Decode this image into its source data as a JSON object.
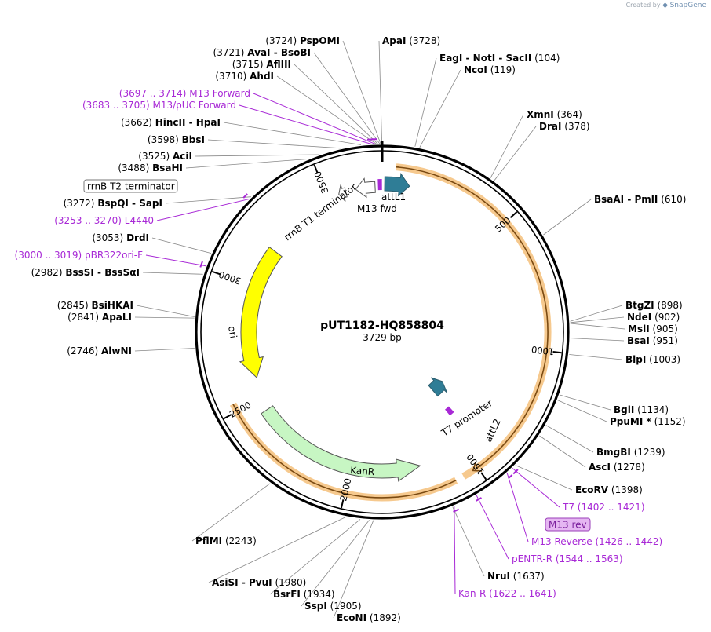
{
  "credit": {
    "prefix": "Created by",
    "brand": "SnapGene"
  },
  "plasmid": {
    "name": "pUT1182-HQ858804",
    "size": "3729 bp",
    "length": 3729
  },
  "ticks": [
    {
      "pos": 500,
      "label": "500"
    },
    {
      "pos": 1000,
      "label": "1000"
    },
    {
      "pos": 1500,
      "label": "1500"
    },
    {
      "pos": 2000,
      "label": "2000"
    },
    {
      "pos": 2500,
      "label": "2500"
    },
    {
      "pos": 3000,
      "label": "3000"
    },
    {
      "pos": 3500,
      "label": "3500"
    }
  ],
  "sites": [
    {
      "id": "pspomi",
      "pos": 3724,
      "coord": "(3724)",
      "name": "PspOMI"
    },
    {
      "id": "apai",
      "pos": 3728,
      "coord": "(3728)",
      "name": "ApaI"
    },
    {
      "id": "avai",
      "pos": 3721,
      "coord": "(3721)",
      "name": "AvaI  -  BsoBI"
    },
    {
      "id": "aflii",
      "pos": 3715,
      "coord": "(3715)",
      "name": "AflIII"
    },
    {
      "id": "ahdi",
      "pos": 3710,
      "coord": "(3710)",
      "name": "AhdI"
    },
    {
      "id": "eagi",
      "pos": 104,
      "coord": "(104)",
      "name": "EagI  -  NotI  -  SacII"
    },
    {
      "id": "ncoi",
      "pos": 119,
      "coord": "(119)",
      "name": "NcoI"
    },
    {
      "id": "xmni",
      "pos": 364,
      "coord": "(364)",
      "name": "XmnI"
    },
    {
      "id": "drai",
      "pos": 378,
      "coord": "(378)",
      "name": "DraI"
    },
    {
      "id": "bsaai",
      "pos": 610,
      "coord": "(610)",
      "name": "BsaAI  -  PmlI"
    },
    {
      "id": "btgzi",
      "pos": 898,
      "coord": "(898)",
      "name": "BtgZI"
    },
    {
      "id": "ndei",
      "pos": 902,
      "coord": "(902)",
      "name": "NdeI"
    },
    {
      "id": "msli",
      "pos": 905,
      "coord": "(905)",
      "name": "MslI"
    },
    {
      "id": "bsai",
      "pos": 951,
      "coord": "(951)",
      "name": "BsaI"
    },
    {
      "id": "blpi",
      "pos": 1003,
      "coord": "(1003)",
      "name": "BlpI"
    },
    {
      "id": "bgli",
      "pos": 1134,
      "coord": "(1134)",
      "name": "BglI"
    },
    {
      "id": "ppumi",
      "pos": 1152,
      "coord": "(1152)",
      "name": "PpuMI *"
    },
    {
      "id": "bmgbi",
      "pos": 1239,
      "coord": "(1239)",
      "name": "BmgBI"
    },
    {
      "id": "asci",
      "pos": 1278,
      "coord": "(1278)",
      "name": "AscI"
    },
    {
      "id": "ecorv",
      "pos": 1398,
      "coord": "(1398)",
      "name": "EcoRV"
    },
    {
      "id": "nrui",
      "pos": 1637,
      "coord": "(1637)",
      "name": "NruI"
    },
    {
      "id": "econi",
      "pos": 1892,
      "coord": "(1892)",
      "name": "EcoNI"
    },
    {
      "id": "sspi",
      "pos": 1905,
      "coord": "(1905)",
      "name": "SspI"
    },
    {
      "id": "bsrfi",
      "pos": 1934,
      "coord": "(1934)",
      "name": "BsrFI"
    },
    {
      "id": "asisi",
      "pos": 1980,
      "coord": "(1980)",
      "name": "AsiSI  -  PvuI"
    },
    {
      "id": "pflmi",
      "pos": 2243,
      "coord": "(2243)",
      "name": "PflMI"
    },
    {
      "id": "alwni",
      "pos": 2746,
      "coord": "(2746)",
      "name": "AlwNI"
    },
    {
      "id": "apali",
      "pos": 2841,
      "coord": "(2841)",
      "name": "ApaLI"
    },
    {
      "id": "bsihkai",
      "pos": 2845,
      "coord": "(2845)",
      "name": "BsiHKAI"
    },
    {
      "id": "bsssi",
      "pos": 2982,
      "coord": "(2982)",
      "name": "BssSI  -  BssSαI"
    },
    {
      "id": "drdi",
      "pos": 3053,
      "coord": "(3053)",
      "name": "DrdI"
    },
    {
      "id": "bspqi",
      "pos": 3272,
      "coord": "(3272)",
      "name": "BspQI  -  SapI"
    },
    {
      "id": "bsahi",
      "pos": 3488,
      "coord": "(3488)",
      "name": "BsaHI"
    },
    {
      "id": "acii",
      "pos": 3525,
      "coord": "(3525)",
      "name": "AciI"
    },
    {
      "id": "bbsi",
      "pos": 3598,
      "coord": "(3598)",
      "name": "BbsI"
    },
    {
      "id": "hincii",
      "pos": 3662,
      "coord": "(3662)",
      "name": "HincII  -  HpaI"
    }
  ],
  "primers": [
    {
      "id": "m13fwd",
      "start": 3697,
      "end": 3714,
      "coord": "(3697 .. 3714)",
      "name": "M13 Forward"
    },
    {
      "id": "m13puc",
      "start": 3683,
      "end": 3705,
      "coord": "(3683 .. 3705)",
      "name": "M13/pUC Forward"
    },
    {
      "id": "l4440",
      "start": 3253,
      "end": 3270,
      "coord": "(3253 .. 3270)",
      "name": "L4440"
    },
    {
      "id": "pbr322",
      "start": 3000,
      "end": 3019,
      "coord": "(3000 .. 3019)",
      "name": "pBR322ori-F"
    },
    {
      "id": "t7",
      "start": 1402,
      "end": 1421,
      "coord": "(1402 .. 1421)",
      "name": "T7"
    },
    {
      "id": "m13rev",
      "start": 1426,
      "end": 1442,
      "coord": "(1426 .. 1442)",
      "name": "M13 Reverse"
    },
    {
      "id": "pentr",
      "start": 1544,
      "end": 1563,
      "coord": "(1544 .. 1563)",
      "name": "pENTR-R"
    },
    {
      "id": "kanr_primer",
      "start": 1622,
      "end": 1641,
      "coord": "(1622 .. 1641)",
      "name": "Kan-R"
    }
  ],
  "boxed_labels": {
    "rrnb_t2": "rrnB T2 terminator",
    "m13_rev": "M13 rev"
  },
  "features": {
    "attl1": "attL1",
    "m13_fwd": "M13 fwd",
    "rrnb_t1": "rrnB T1 terminator",
    "attl2": "attL2",
    "t7_promoter": "T7 promoter",
    "kanr": "KanR",
    "ori": "ori"
  },
  "colors": {
    "backbone": "#000000",
    "attl": "#2f7d96",
    "ori": "#ffff00",
    "kanr": "#c7f6c3",
    "primer": "#a829d6",
    "highlight": "#f6c98e",
    "insert": "#f7d9a5",
    "leader": "#888888",
    "boxed_fill": "#e5b6f2"
  }
}
